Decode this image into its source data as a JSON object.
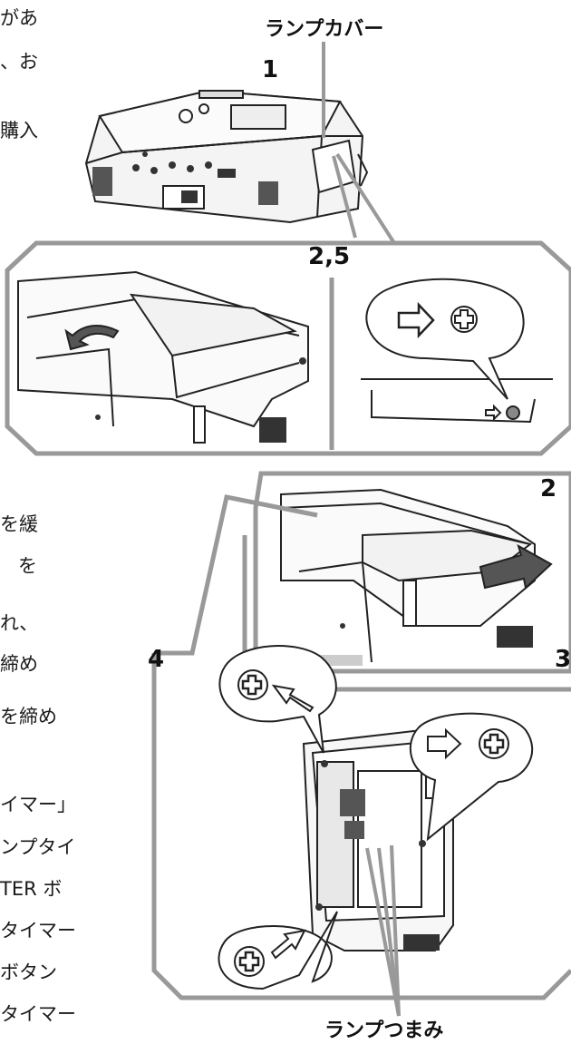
{
  "labels": {
    "lamp_cover": "ランプカバー",
    "lamp_handle": "ランプつまみ"
  },
  "step_numbers": {
    "s1": "1",
    "s25": "2,5",
    "s2": "2",
    "s3": "3",
    "s4": "4"
  },
  "text_fragments": {
    "f1": "があ",
    "f2": "、お",
    "f3": "購入",
    "f4": "を緩",
    "f5": "を",
    "f6": "れ、",
    "f7": "締め",
    "f8": "を締め",
    "f9": "イマー」",
    "f10": "ンプタイ",
    "f11": "TER ボ",
    "f12": "タイマー",
    "f13": "ボタン",
    "f14": "タイマー"
  }
}
